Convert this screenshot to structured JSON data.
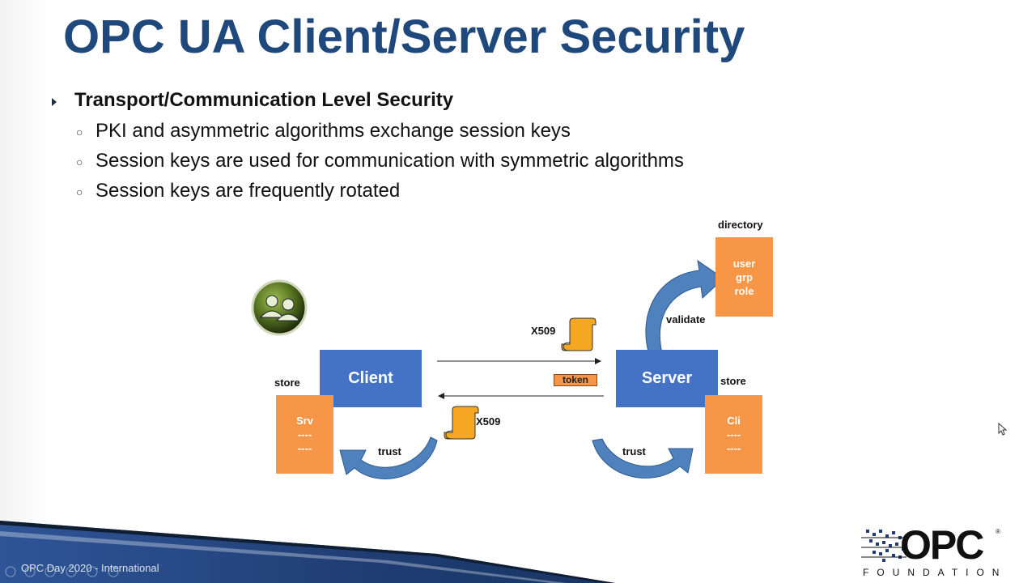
{
  "slide": {
    "title": "OPC UA Client/Server Security",
    "bullets": {
      "main": "Transport/Communication Level Security",
      "sub": [
        "PKI and asymmetric algorithms exchange session keys",
        "Session keys are used for communication with symmetric algorithms",
        "Session keys are frequently rotated"
      ]
    },
    "diagram": {
      "client_label": "Client",
      "server_label": "Server",
      "client_store_label": "store",
      "server_store_label": "store",
      "client_store_lines": [
        "Srv",
        "----",
        "----"
      ],
      "server_store_lines": [
        "Cli",
        "----",
        "----"
      ],
      "directory_label": "directory",
      "directory_lines": [
        "user",
        "grp",
        "role"
      ],
      "x509_top": "X509",
      "x509_bottom": "X509",
      "token": "token",
      "validate": "validate",
      "trust_left": "trust",
      "trust_right": "trust"
    },
    "footer": "OPC Day 2020 - International",
    "logo": {
      "mark": "OPC",
      "reg": "®",
      "foundation": "FOUNDATION"
    }
  },
  "colors": {
    "title": "#1f497d",
    "blue_box": "#4472c4",
    "orange_box": "#f79646",
    "arrow": "#4f81bd"
  },
  "icons": [
    "users-icon",
    "certificate-scroll-icon",
    "slide-nav-icons",
    "mouse-cursor-icon"
  ]
}
